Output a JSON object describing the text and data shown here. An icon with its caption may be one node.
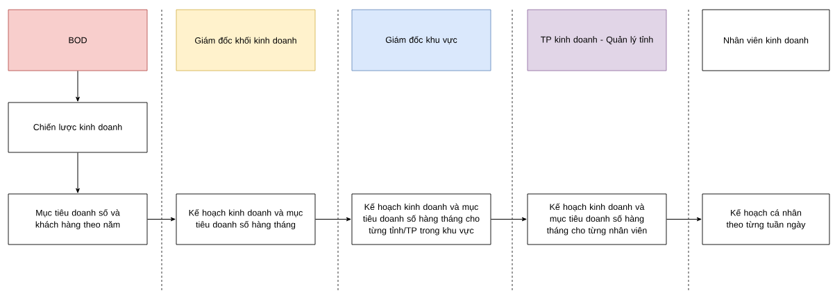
{
  "diagram": {
    "nodes": [
      {
        "text": [
          "BOD"
        ]
      },
      {
        "text": [
          "Giám đốc khối kinh doanh"
        ]
      },
      {
        "text": [
          "Giám đốc khu vực"
        ]
      },
      {
        "text": [
          "TP kinh doanh - Quản lý tỉnh"
        ]
      },
      {
        "text": [
          "Nhân viên kinh doanh"
        ]
      },
      {
        "text": [
          "Chiến lược kinh doanh"
        ]
      },
      {
        "text": [
          "Mục tiêu doanh số và khách hàng theo năm"
        ]
      },
      {
        "text": [
          "Kế hoạch kinh doanh và mục tiêu doanh số hàng tháng"
        ]
      },
      {
        "text": [
          "Kế hoạch kinh doanh và mục tiêu doanh số hàng tháng cho từng tỉnh/TP trong khu vực"
        ]
      },
      {
        "text": [
          "Kế hoạch kinh doanh và mục tiêu doanh số hàng tháng cho từng nhân viên"
        ]
      },
      {
        "text": [
          "Kế hoạch cá nhân theo từng tuần ngày"
        ]
      }
    ],
    "edges": [
      {
        "from": 0,
        "to": 5,
        "arrow": "to"
      },
      {
        "from": 5,
        "to": 6,
        "arrow": "to"
      },
      {
        "from": 6,
        "to": 7,
        "arrow": "to"
      },
      {
        "from": 7,
        "to": 8,
        "arrow": "to"
      },
      {
        "from": 8,
        "to": 9,
        "arrow": "to"
      },
      {
        "from": 9,
        "to": 10,
        "arrow": "to"
      }
    ]
  }
}
